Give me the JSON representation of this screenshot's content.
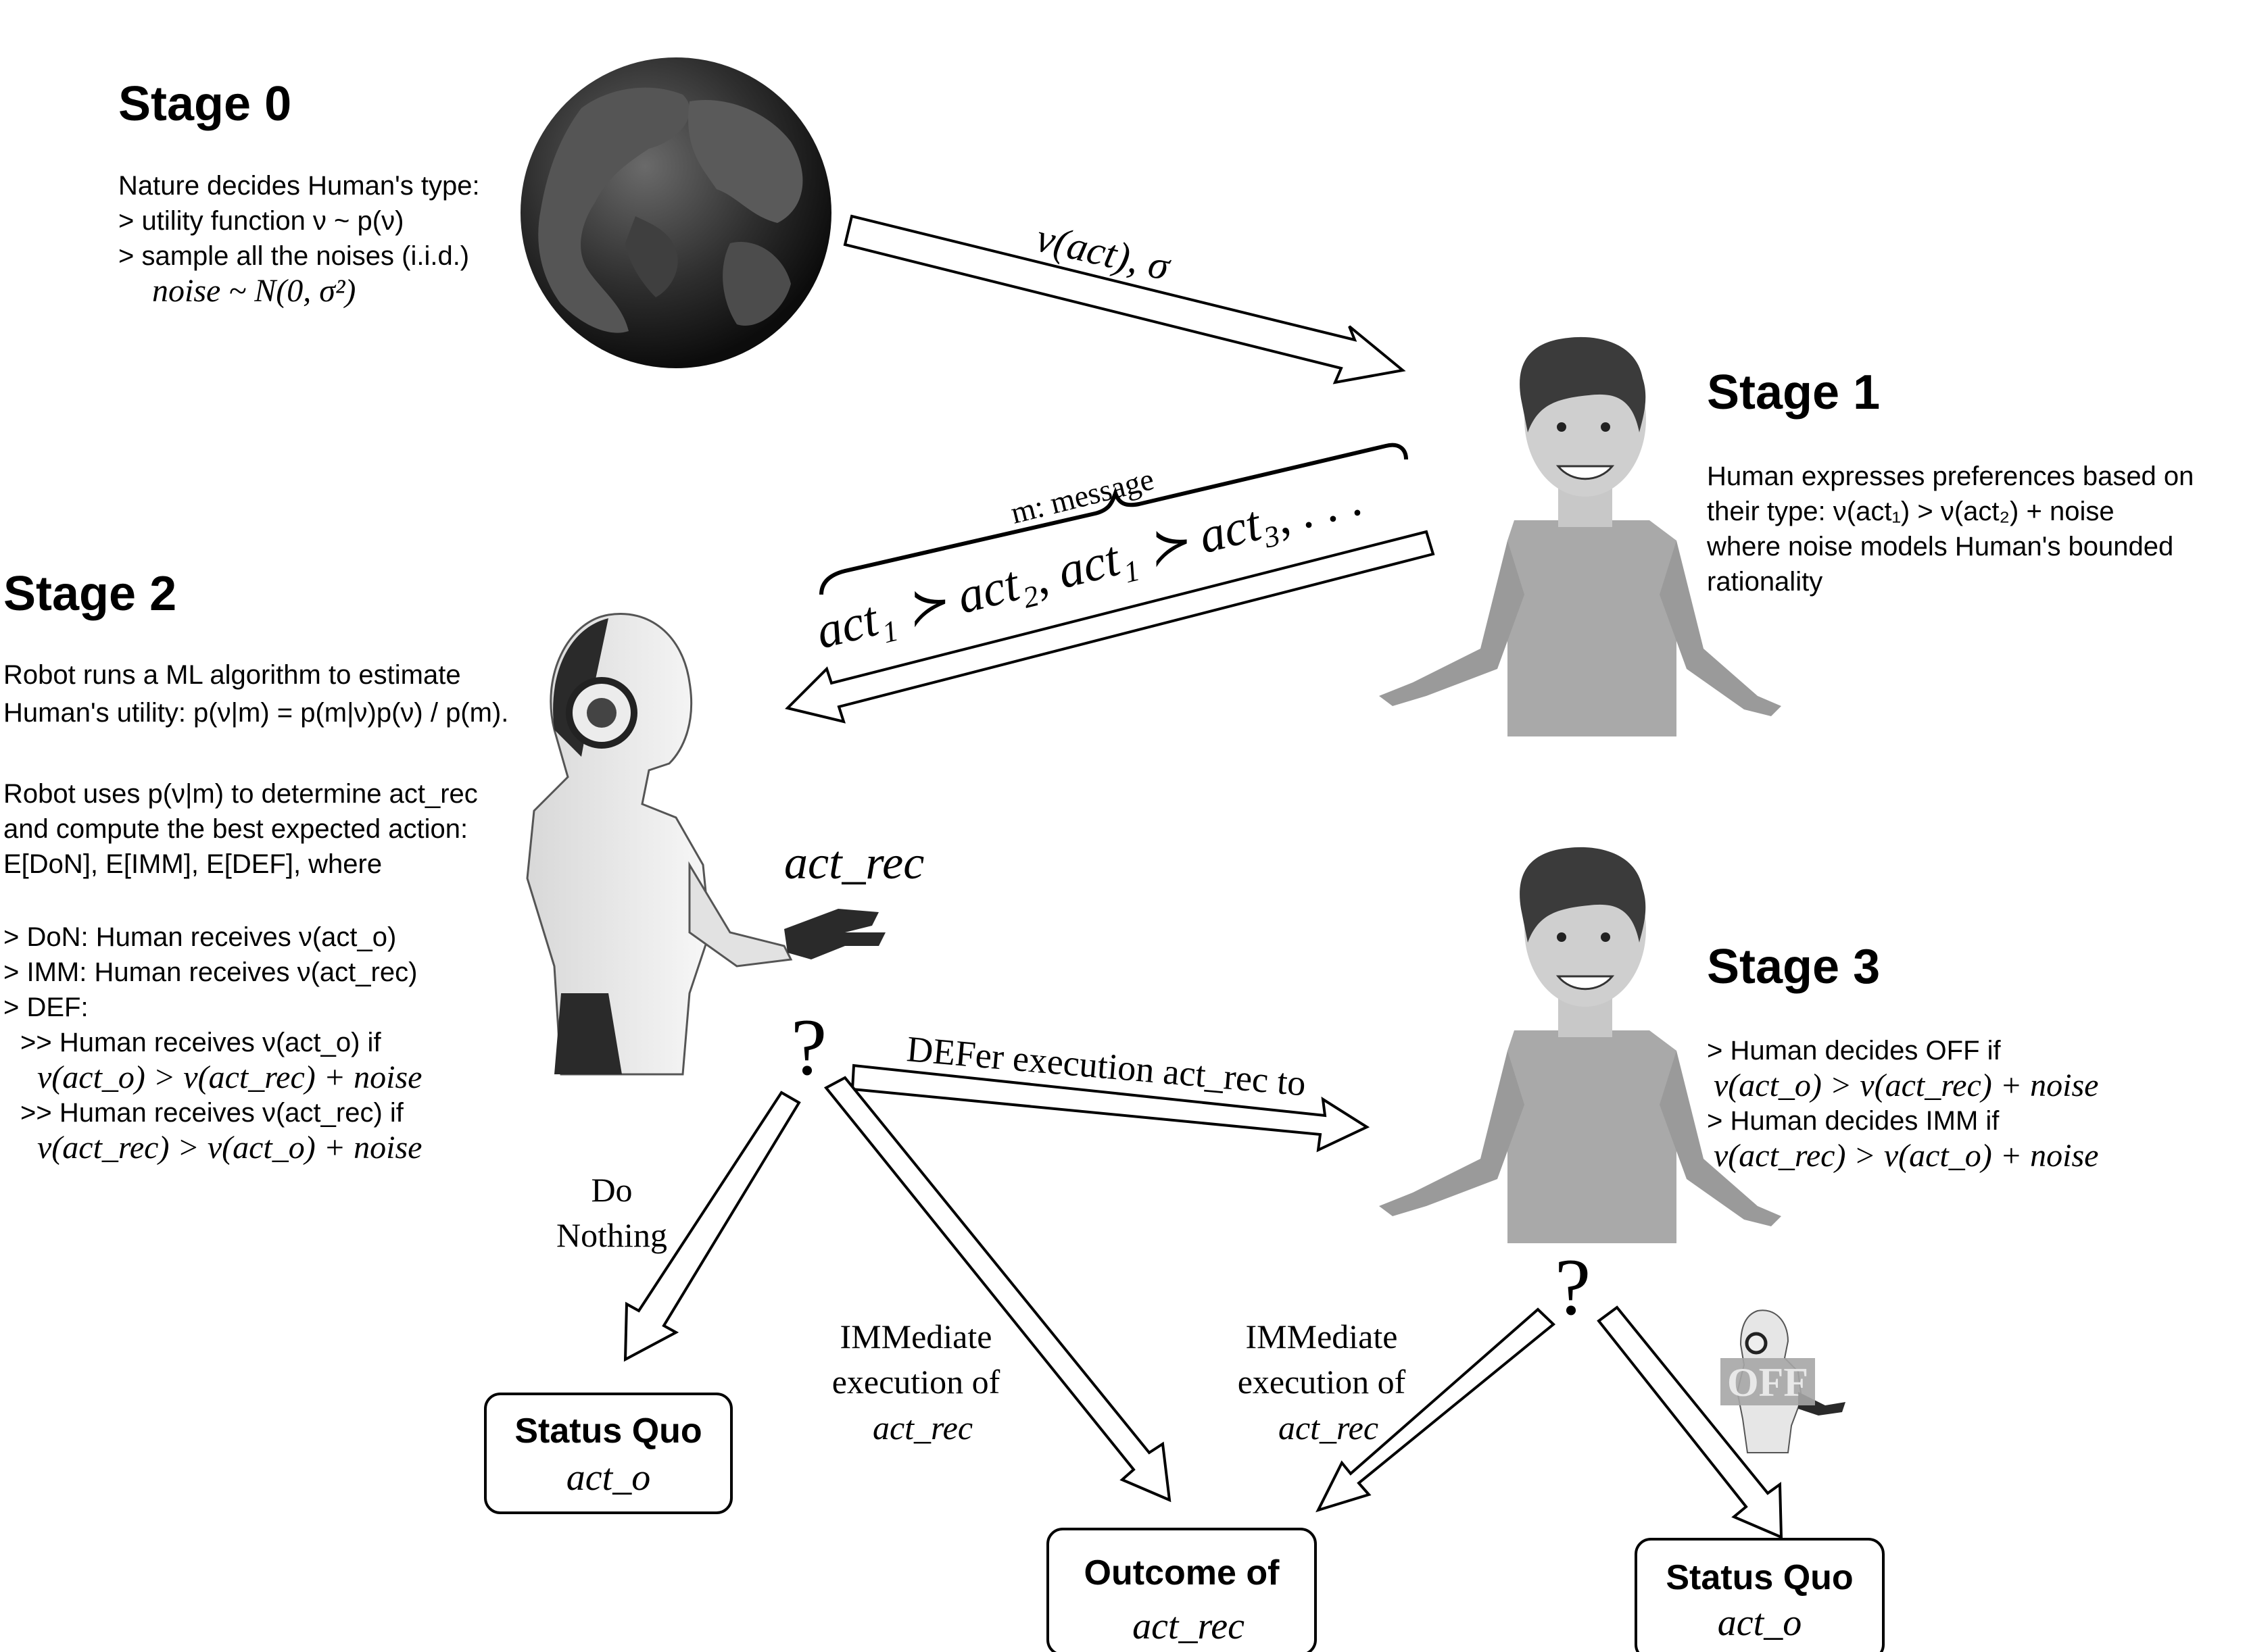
{
  "stage0": {
    "title": "Stage 0",
    "lines": [
      "Nature decides Human's type:",
      "> utility function ν ~ p(ν)",
      "> sample all the noises (i.i.d.)",
      "noise ~ N(0, σ²)"
    ]
  },
  "stage1": {
    "title": "Stage 1",
    "lines": [
      "Human expresses preferences based on",
      "their  type: ν(act₁) > ν(act₂) + noise",
      "where noise models Human's bounded",
      "rationality"
    ]
  },
  "stage2": {
    "title": "Stage 2",
    "lines": [
      "Robot runs a ML algorithm to estimate",
      "Human's utility: p(ν|m) = p(m|ν)p(ν) / p(m).",
      "",
      "Robot uses p(ν|m) to determine act_rec",
      "and compute the best expected action:",
      "E[DoN], E[IMM], E[DEF], where",
      "",
      "> DoN: Human receives ν(act_o)",
      "> IMM: Human receives ν(act_rec)",
      "> DEF:",
      "  >> Human receives ν(act_o) if",
      "    ν(act_o) > ν(act_rec) + noise",
      "  >> Human receives ν(act_rec) if",
      "    ν(act_rec) > ν(act_o) + noise"
    ]
  },
  "stage3": {
    "title": "Stage 3",
    "lines": [
      "> Human decides OFF if",
      "ν(act_o) > ν(act_rec) + noise",
      "> Human decides IMM if",
      "ν(act_rec) > ν(act_o) + noise"
    ]
  },
  "edges": {
    "nature_to_human": "ν(act), σ",
    "message_label": "m:  message",
    "message_content": "act₁ ≻ act₂,   act₁ ≻ act₃,   . . .",
    "robot_act": "act_rec",
    "defer": "DEFer execution act_rec to",
    "do_nothing_1": "Do",
    "do_nothing_2": "Nothing",
    "imm_robot_1": "IMMediate",
    "imm_robot_2": "execution of",
    "imm_robot_3": "act_rec",
    "imm_human_1": "IMMediate",
    "imm_human_2": "execution of",
    "imm_human_3": "act_rec",
    "question_mark": "?"
  },
  "boxes": {
    "status_quo_left": {
      "title": "Status Quo",
      "math": "act_o"
    },
    "outcome": {
      "title": "Outcome of",
      "math": "act_rec"
    },
    "status_quo_right": {
      "title": "Status Quo",
      "math": "act_o"
    }
  },
  "off_badge": "OFF",
  "colors": {
    "globe_dark": "#1a1a1a",
    "globe_land": "#3a3a3a",
    "human_shirt": "#a9a9a9",
    "human_skin": "#c8c8c8",
    "human_hair": "#3b3b3b",
    "robot_white": "#efefef",
    "robot_dark": "#2a2a2a"
  }
}
